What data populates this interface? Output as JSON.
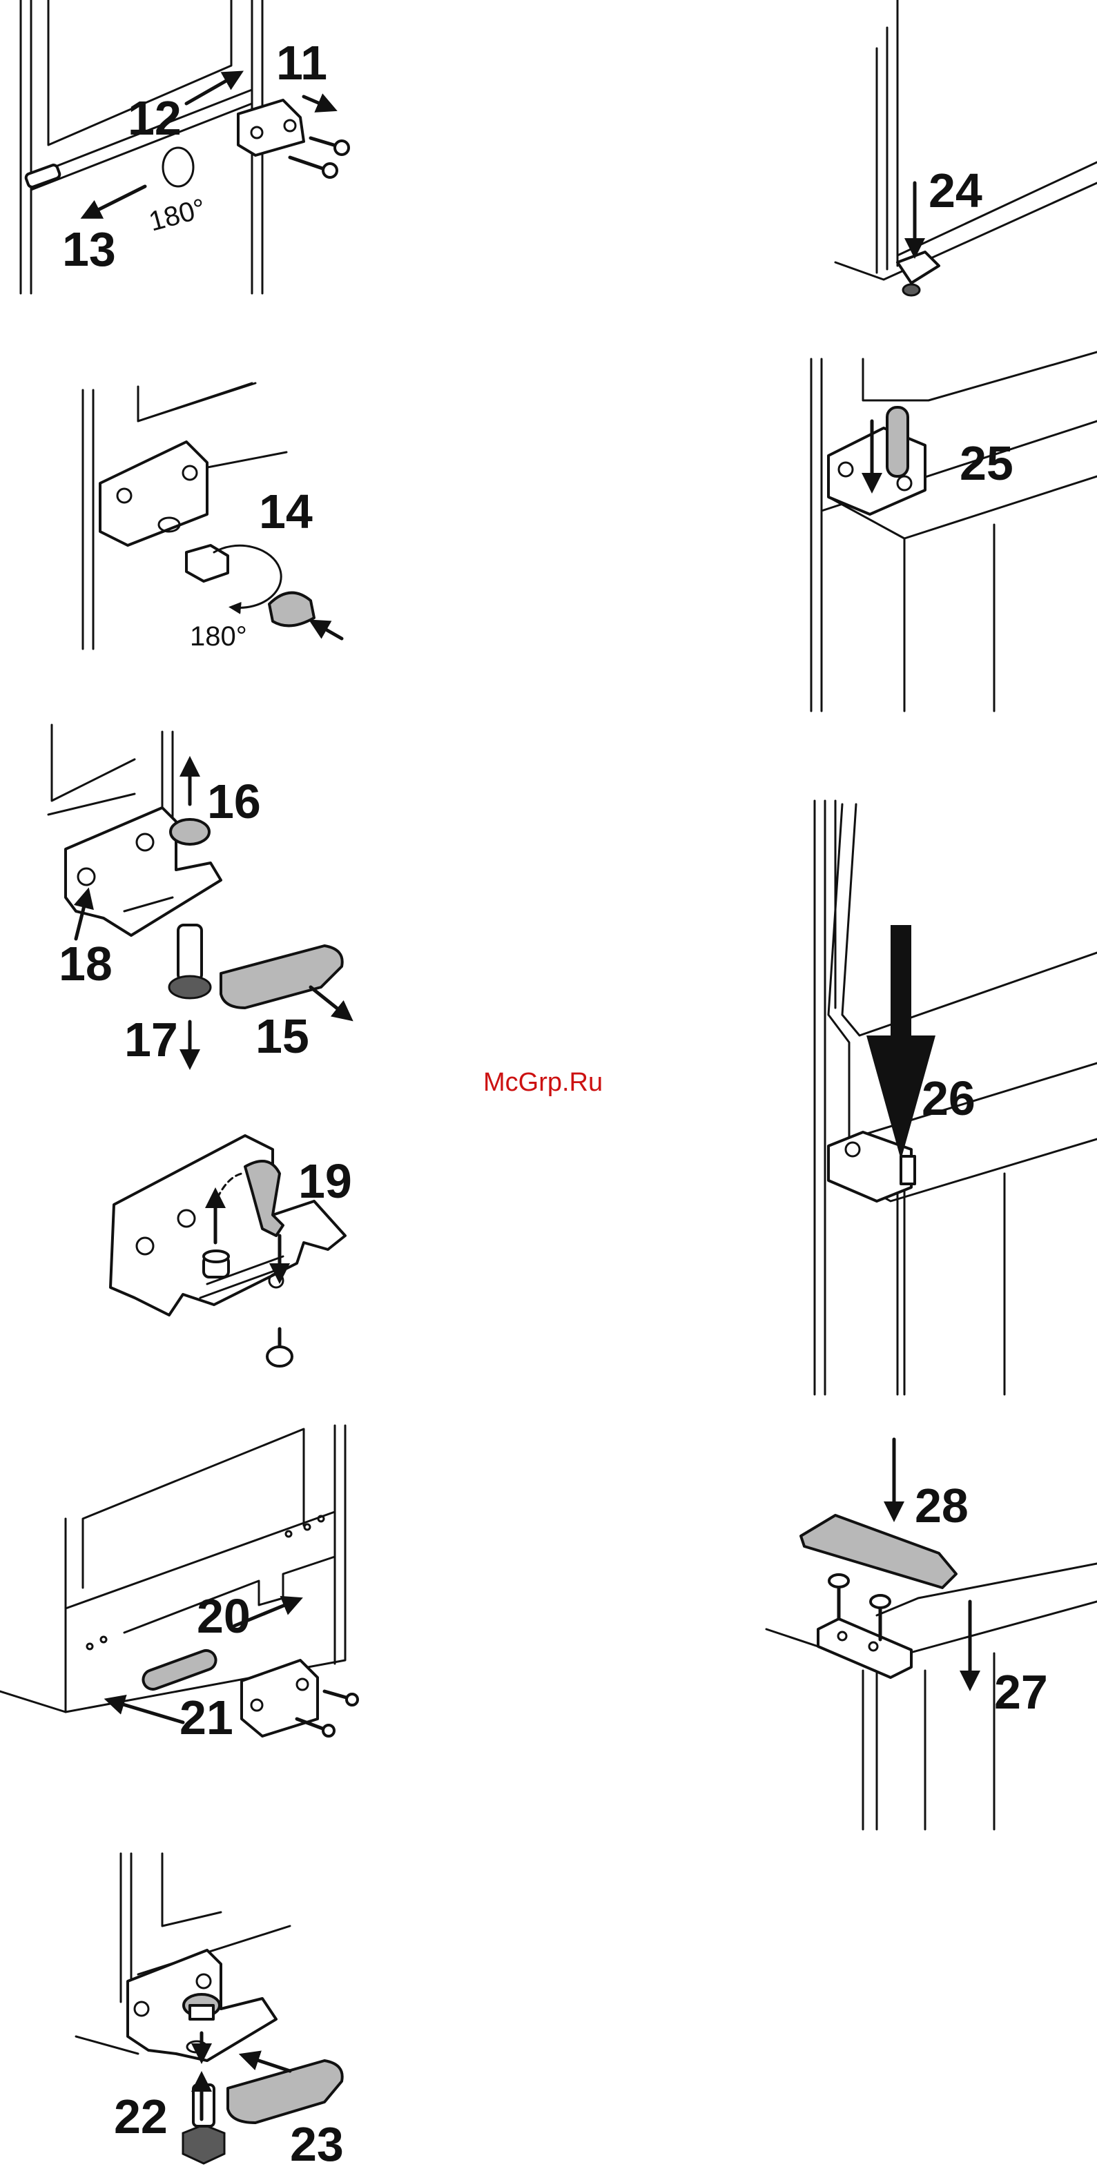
{
  "steps": {
    "s11": "11",
    "s12": "12",
    "s13": "13",
    "s14": "14",
    "s15": "15",
    "s16": "16",
    "s17": "17",
    "s18": "18",
    "s19": "19",
    "s20": "20",
    "s21": "21",
    "s22": "22",
    "s23": "23",
    "s24": "24",
    "s25": "25",
    "s26": "26",
    "s27": "27",
    "s28": "28"
  },
  "rotation_label_a": "180°",
  "rotation_label_b": "180°",
  "watermark": "McGrp.Ru",
  "colors": {
    "line": "#111111",
    "part_grey": "#b8b8b8",
    "watermark": "#cc1111"
  }
}
